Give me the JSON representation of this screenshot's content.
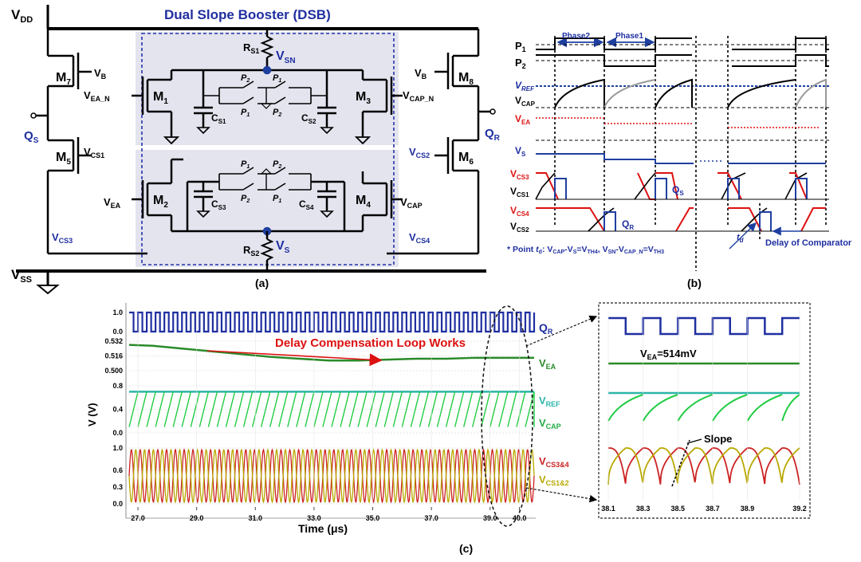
{
  "panel_a": {
    "caption": "(a)",
    "title": "Dual Slope Booster (DSB)",
    "rails": {
      "vdd": "V",
      "vdd_sub": "DD",
      "vss": "V",
      "vss_sub": "SS"
    },
    "transistors": {
      "m1": "M",
      "m1s": "1",
      "m2": "M",
      "m2s": "2",
      "m3": "M",
      "m3s": "3",
      "m4": "M",
      "m4s": "4",
      "m5": "M",
      "m5s": "5",
      "m6": "M",
      "m6s": "6",
      "m7": "M",
      "m7s": "7",
      "m8": "M",
      "m8s": "8"
    },
    "nodes": {
      "vsn": "V",
      "vsn_sub": "SN",
      "vs": "V",
      "vs_sub": "S",
      "rs1": "R",
      "rs1_sub": "S1",
      "rs2": "R",
      "rs2_sub": "S2",
      "cs1": "C",
      "cs1_sub": "S1",
      "cs2": "C",
      "cs2_sub": "S2",
      "cs3": "C",
      "cs3_sub": "S3",
      "cs4": "C",
      "cs4_sub": "S4",
      "vb_l": "V",
      "vb_l_sub": "B",
      "vb_r": "V",
      "vb_r_sub": "B",
      "vea_n": "V",
      "vea_n_sub": "EA_N",
      "vcap_n": "V",
      "vcap_n_sub": "CAP_N",
      "vea": "V",
      "vea_sub": "EA",
      "vcap": "V",
      "vcap_sub": "CAP",
      "qs": "Q",
      "qs_sub": "S",
      "qr": "Q",
      "qr_sub": "R",
      "vcs1": "V",
      "vcs1_sub": "CS1",
      "vcs2": "V",
      "vcs2_sub": "CS2",
      "vcs3": "V",
      "vcs3_sub": "CS3",
      "vcs4": "V",
      "vcs4_sub": "CS4",
      "p": "P",
      "p1": "1",
      "p2": "2"
    }
  },
  "panel_b": {
    "caption": "(b)",
    "phase2": "Phase2",
    "phase1": "Phase1",
    "signals": {
      "p1": "P",
      "p1s": "1",
      "p2": "P",
      "p2s": "2",
      "vref": "V",
      "vref_s": "REF",
      "vcap": "V",
      "vcap_s": "CAP",
      "vea": "V",
      "vea_s": "EA",
      "vs": "V",
      "vs_s": "S",
      "vcs3": "V",
      "vcs3_s": "CS3",
      "vcs1": "V",
      "vcs1_s": "CS1",
      "vcs4": "V",
      "vcs4_s": "CS4",
      "vcs2": "V",
      "vcs2_s": "CS2",
      "qs": "Q",
      "qs_s": "S",
      "qr": "Q",
      "qr_s": "R",
      "td": "t",
      "td_s": "d"
    },
    "delay_note": "Delay of Comparator",
    "footnote_prefix": "* Point ",
    "footnote_mid": ": ",
    "footnote_eq1": "V",
    "footnote_cap": "CAP",
    "footnote_dash1": "-",
    "footnote_vs": "V",
    "footnote_s": "S",
    "footnote_eq": "=",
    "footnote_vth4": "V",
    "footnote_th4": "TH4",
    "footnote_comma": ", ",
    "footnote_vsn": "V",
    "footnote_sn": "SN",
    "footnote_dash2": "-",
    "footnote_vcapn": "V",
    "footnote_capn": "CAP_N",
    "footnote_eq2": "=",
    "footnote_vth3": "V",
    "footnote_th3": "TH3"
  },
  "panel_c": {
    "caption": "(c)",
    "annotation": "Delay Compensation Loop Works",
    "ylabel": "V (V)",
    "xlabel": "Time (μs)",
    "vea_readout": "V",
    "vea_readout_sub": "EA",
    "vea_readout_val": "=514mV",
    "slope_label": "Slope",
    "legend": {
      "qr": "Q",
      "qr_s": "R",
      "vea": "V",
      "vea_s": "EA",
      "vref": "V",
      "vref_s": "REF",
      "vcap": "V",
      "vcap_s": "CAP",
      "vcs34": "V",
      "vcs34_s": "CS3&4",
      "vcs12": "V",
      "vcs12_s": "CS1&2"
    }
  },
  "chart_data": [
    {
      "type": "line",
      "title": "",
      "xlabel": "Time (μs)",
      "ylabel": "V (V)",
      "x_ticks": [
        "27.0",
        "29.0",
        "31.0",
        "33.0",
        "35.0",
        "37.0",
        "39.0",
        "40.0"
      ],
      "xlim": [
        26.7,
        40.5
      ],
      "subplots": [
        {
          "name": "QR",
          "yticks": [
            "1.0",
            "0.0"
          ],
          "ylim": [
            0,
            1
          ],
          "series": [
            {
              "name": "QR",
              "color": "#1f2fa0",
              "kind": "square",
              "period": 0.3,
              "low": 0,
              "high": 1
            }
          ]
        },
        {
          "name": "VEA",
          "yticks": [
            "0.532",
            "0.516",
            "0.500"
          ],
          "ylim": [
            0.5,
            0.532
          ],
          "series": [
            {
              "name": "VEA",
              "color": "#2a8a2a",
              "x": [
                26.7,
                27.5,
                28.5,
                29.5,
                30.5,
                31.5,
                32.5,
                33.5,
                34.5,
                35.5,
                36.5,
                37.5,
                38.5,
                39.5,
                40.5
              ],
              "y": [
                0.528,
                0.527,
                0.524,
                0.521,
                0.518,
                0.515,
                0.513,
                0.511,
                0.511,
                0.512,
                0.513,
                0.513,
                0.514,
                0.514,
                0.514
              ]
            }
          ]
        },
        {
          "name": "VREF/VCAP",
          "yticks": [
            "0.8",
            "0.4",
            "0.0"
          ],
          "ylim": [
            0,
            0.8
          ],
          "series": [
            {
              "name": "VREF",
              "color": "#2cb5a8",
              "value": 0.7
            },
            {
              "name": "VCAP",
              "color": "#22cc44",
              "kind": "sawtooth",
              "period": 0.3,
              "low": 0.1,
              "high": 0.7
            }
          ]
        },
        {
          "name": "VCS",
          "yticks": [
            "1.0",
            "0.6",
            "0.3",
            "0.0"
          ],
          "ylim": [
            0,
            1
          ],
          "series": [
            {
              "name": "VCS3&4",
              "color": "#cc2222",
              "kind": "osc",
              "period": 0.3
            },
            {
              "name": "VCS1&2",
              "color": "#b8a800",
              "kind": "osc",
              "period": 0.3
            }
          ]
        }
      ]
    },
    {
      "type": "line",
      "title": "",
      "x_ticks": [
        "38.1",
        "38.3",
        "38.5",
        "38.7",
        "38.9",
        "39.2"
      ],
      "xlim": [
        38.1,
        39.2
      ],
      "series": [
        {
          "name": "QR",
          "color": "#1f2fa0",
          "kind": "square"
        },
        {
          "name": "VEA",
          "color": "#2a8a2a",
          "value": 0.514
        },
        {
          "name": "VREF",
          "color": "#2cb5a8",
          "value": 0.7
        },
        {
          "name": "VCAP",
          "color": "#22cc44",
          "kind": "sawtooth"
        },
        {
          "name": "VCS3&4",
          "color": "#cc2222",
          "kind": "osc"
        },
        {
          "name": "VCS1&2",
          "color": "#b8a800",
          "kind": "osc"
        }
      ]
    }
  ]
}
